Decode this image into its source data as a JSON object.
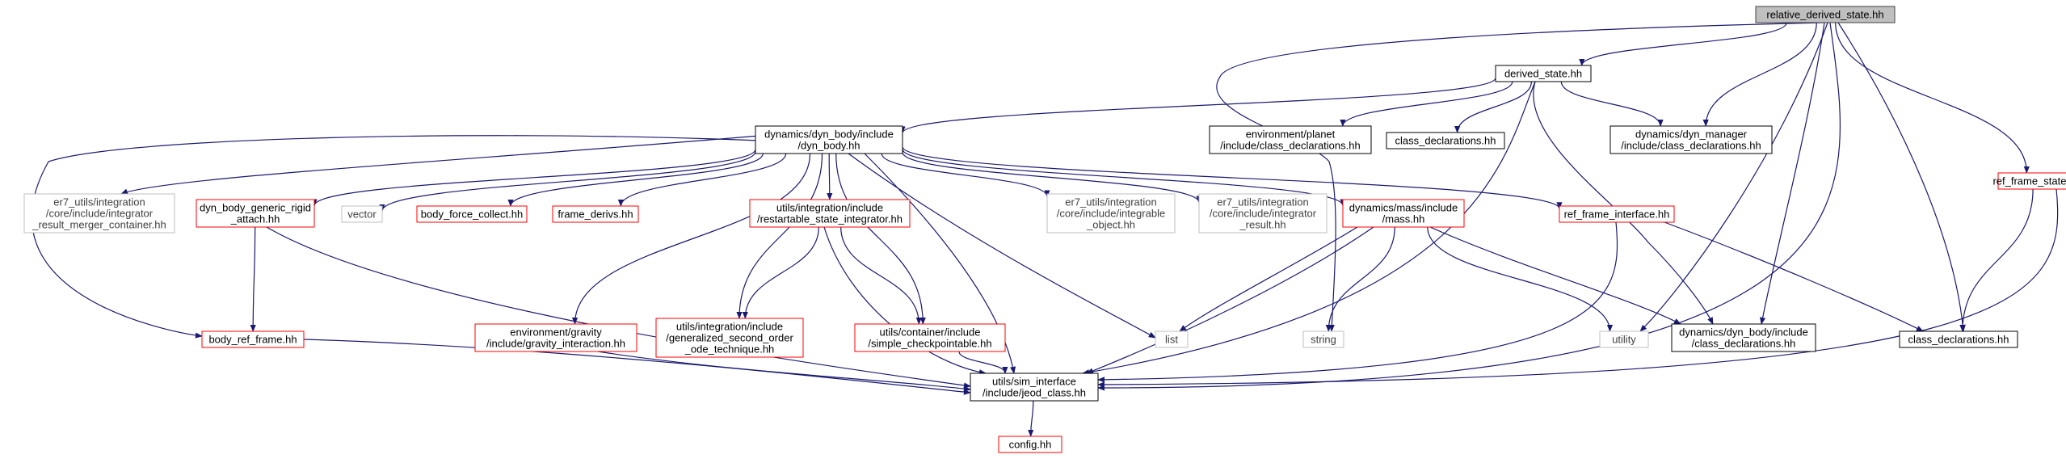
{
  "graph": {
    "colors": {
      "root_fill": "#bfbfbf",
      "root_border": "#404040",
      "documented_border": "#000000",
      "undocumented_border": "#bfbfbf",
      "undocumented_text": "#404040",
      "incomplete_border": "#ff0000",
      "edge": "#191970"
    },
    "nodes": [
      {
        "id": "rds",
        "lines": [
          "relative_derived_state.hh"
        ],
        "style": "root"
      },
      {
        "id": "ds",
        "lines": [
          "derived_state.hh"
        ],
        "style": "documented"
      },
      {
        "id": "dyn_body",
        "lines": [
          "dynamics/dyn_body/include",
          "/dyn_body.hh"
        ],
        "style": "documented"
      },
      {
        "id": "planet_cd",
        "lines": [
          "environment/planet",
          "/include/class_declarations.hh"
        ],
        "style": "documented"
      },
      {
        "id": "cd1",
        "lines": [
          "class_declarations.hh"
        ],
        "style": "documented"
      },
      {
        "id": "dm_cd",
        "lines": [
          "dynamics/dyn_manager",
          "/include/class_declarations.hh"
        ],
        "style": "documented"
      },
      {
        "id": "ref_frame_state",
        "lines": [
          "ref_frame_state.hh"
        ],
        "style": "incomplete"
      },
      {
        "id": "irmc",
        "lines": [
          "er7_utils/integration",
          "/core/include/integrator",
          "_result_merger_container.hh"
        ],
        "style": "undocumented"
      },
      {
        "id": "dbgra",
        "lines": [
          "dyn_body_generic_rigid",
          "_attach.hh"
        ],
        "style": "incomplete"
      },
      {
        "id": "vector",
        "lines": [
          "vector"
        ],
        "style": "undocumented"
      },
      {
        "id": "bfc",
        "lines": [
          "body_force_collect.hh"
        ],
        "style": "incomplete"
      },
      {
        "id": "fd",
        "lines": [
          "frame_derivs.hh"
        ],
        "style": "incomplete"
      },
      {
        "id": "rsi",
        "lines": [
          "utils/integration/include",
          "/restartable_state_integrator.hh"
        ],
        "style": "incomplete"
      },
      {
        "id": "integ_obj",
        "lines": [
          "er7_utils/integration",
          "/core/include/integrable",
          "_object.hh"
        ],
        "style": "undocumented"
      },
      {
        "id": "integ_res",
        "lines": [
          "er7_utils/integration",
          "/core/include/integrator",
          "_result.hh"
        ],
        "style": "undocumented"
      },
      {
        "id": "mass",
        "lines": [
          "dynamics/mass/include",
          "/mass.hh"
        ],
        "style": "incomplete"
      },
      {
        "id": "rfi",
        "lines": [
          "ref_frame_interface.hh"
        ],
        "style": "incomplete"
      },
      {
        "id": "brf",
        "lines": [
          "body_ref_frame.hh"
        ],
        "style": "incomplete"
      },
      {
        "id": "gi",
        "lines": [
          "environment/gravity",
          "/include/gravity_interaction.hh"
        ],
        "style": "incomplete"
      },
      {
        "id": "gsoot",
        "lines": [
          "utils/integration/include",
          "/generalized_second_order",
          "_ode_technique.hh"
        ],
        "style": "incomplete"
      },
      {
        "id": "sc",
        "lines": [
          "utils/container/include",
          "/simple_checkpointable.hh"
        ],
        "style": "incomplete"
      },
      {
        "id": "list",
        "lines": [
          "list"
        ],
        "style": "undocumented"
      },
      {
        "id": "string",
        "lines": [
          "string"
        ],
        "style": "undocumented"
      },
      {
        "id": "utility",
        "lines": [
          "utility"
        ],
        "style": "undocumented"
      },
      {
        "id": "db_cd",
        "lines": [
          "dynamics/dyn_body/include",
          "/class_declarations.hh"
        ],
        "style": "documented"
      },
      {
        "id": "cd2",
        "lines": [
          "class_declarations.hh"
        ],
        "style": "documented"
      },
      {
        "id": "jeod_class",
        "lines": [
          "utils/sim_interface",
          "/include/jeod_class.hh"
        ],
        "style": "documented"
      },
      {
        "id": "config",
        "lines": [
          "config.hh"
        ],
        "style": "incomplete"
      }
    ],
    "edges": [
      [
        "rds",
        "ds"
      ],
      [
        "rds",
        "string"
      ],
      [
        "rds",
        "dm_cd"
      ],
      [
        "rds",
        "utility"
      ],
      [
        "rds",
        "db_cd"
      ],
      [
        "rds",
        "cd2"
      ],
      [
        "rds",
        "ref_frame_state"
      ],
      [
        "rds",
        "jeod_class"
      ],
      [
        "ds",
        "dyn_body"
      ],
      [
        "ds",
        "planet_cd"
      ],
      [
        "ds",
        "cd1"
      ],
      [
        "ds",
        "dm_cd"
      ],
      [
        "ds",
        "db_cd"
      ],
      [
        "ds",
        "jeod_class"
      ],
      [
        "dyn_body",
        "irmc"
      ],
      [
        "dyn_body",
        "dbgra"
      ],
      [
        "dyn_body",
        "vector"
      ],
      [
        "dyn_body",
        "bfc"
      ],
      [
        "dyn_body",
        "fd"
      ],
      [
        "dyn_body",
        "rsi"
      ],
      [
        "dyn_body",
        "integ_obj"
      ],
      [
        "dyn_body",
        "integ_res"
      ],
      [
        "dyn_body",
        "mass"
      ],
      [
        "dyn_body",
        "rfi"
      ],
      [
        "dyn_body",
        "brf"
      ],
      [
        "dyn_body",
        "gi"
      ],
      [
        "dyn_body",
        "gsoot"
      ],
      [
        "dyn_body",
        "sc"
      ],
      [
        "dyn_body",
        "list"
      ],
      [
        "dyn_body",
        "jeod_class"
      ],
      [
        "dbgra",
        "brf"
      ],
      [
        "dbgra",
        "jeod_class"
      ],
      [
        "rsi",
        "gsoot"
      ],
      [
        "rsi",
        "sc"
      ],
      [
        "rsi",
        "jeod_class"
      ],
      [
        "mass",
        "list"
      ],
      [
        "mass",
        "string"
      ],
      [
        "mass",
        "utility"
      ],
      [
        "mass",
        "db_cd"
      ],
      [
        "mass",
        "jeod_class"
      ],
      [
        "rfi",
        "cd2"
      ],
      [
        "rfi",
        "jeod_class"
      ],
      [
        "ref_frame_state",
        "cd2"
      ],
      [
        "ref_frame_state",
        "jeod_class"
      ],
      [
        "brf",
        "jeod_class"
      ],
      [
        "gi",
        "jeod_class"
      ],
      [
        "sc",
        "jeod_class"
      ],
      [
        "jeod_class",
        "config"
      ]
    ]
  }
}
